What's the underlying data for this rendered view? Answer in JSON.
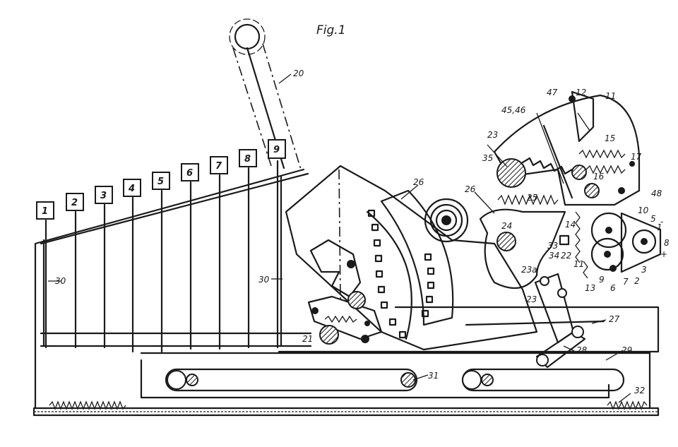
{
  "figure": {
    "title": "Fig.1"
  },
  "keys": [
    "1",
    "2",
    "3",
    "4",
    "5",
    "6",
    "7",
    "8",
    "9"
  ],
  "labels": {
    "l20": "20",
    "l26a": "26",
    "l26b": "26",
    "l25": "25",
    "l24": "24",
    "l23a": "23",
    "l23b": "23",
    "l23c": "23a",
    "l35": "35",
    "l4546": "45,46",
    "l47": "47",
    "l12": "12",
    "l11a": "11",
    "l11b": "11",
    "l15": "15",
    "l17": "17",
    "l16": "16",
    "l48": "48",
    "l10": "10",
    "l5": "5",
    "l1": "1",
    "l8": "8",
    "l3": "3",
    "l2": "2",
    "l6": "6",
    "l7": "7",
    "l9": "9",
    "l13": "13",
    "l14": "14",
    "l33": "33",
    "l34": "34",
    "l22": "22",
    "l21": "21",
    "l27": "27",
    "l28": "28",
    "l29": "29",
    "l30a": "30",
    "l30b": "30",
    "l31": "31",
    "l32": "32",
    "minus": "-",
    "plus": "+"
  }
}
